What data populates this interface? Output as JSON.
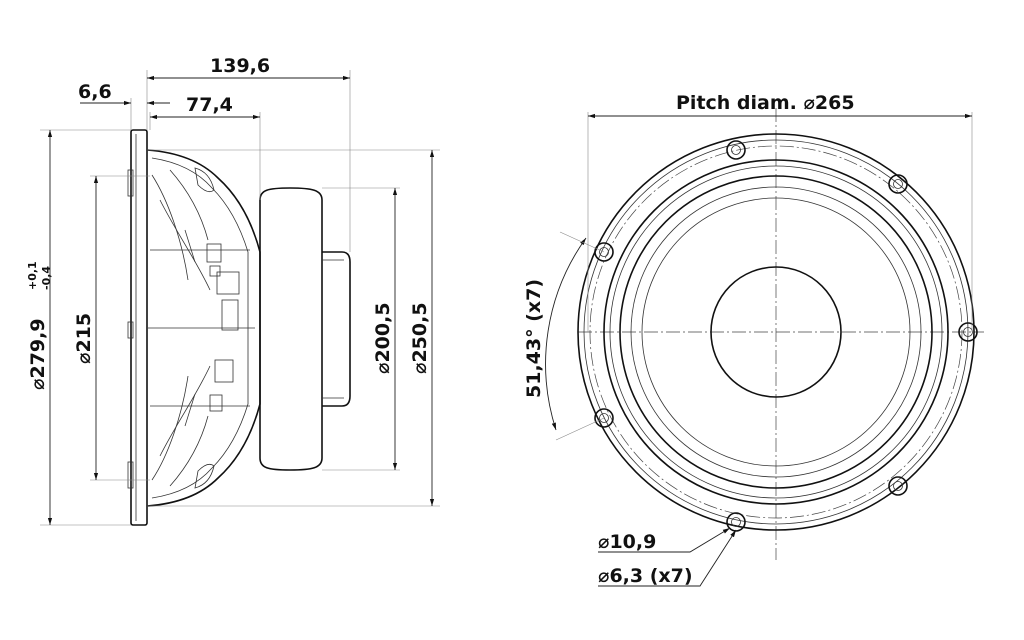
{
  "side_view": {
    "dim_depth": "139,6",
    "dim_flange": "6,6",
    "dim_mount_depth": "77,4",
    "dim_outer_diam": "⌀279,9",
    "tol_plus": "+0,1",
    "tol_minus": "-0,4",
    "dim_basket_diam": "⌀215",
    "dim_magnet_diam": "⌀200,5",
    "dim_cutout_diam": "⌀250,5"
  },
  "front_view": {
    "pitch_label": "Pitch diam. ⌀265",
    "angle_label": "51,43° (x7)",
    "washer_label": "⌀10,9",
    "hole_label": "⌀6,3 (x7)"
  }
}
